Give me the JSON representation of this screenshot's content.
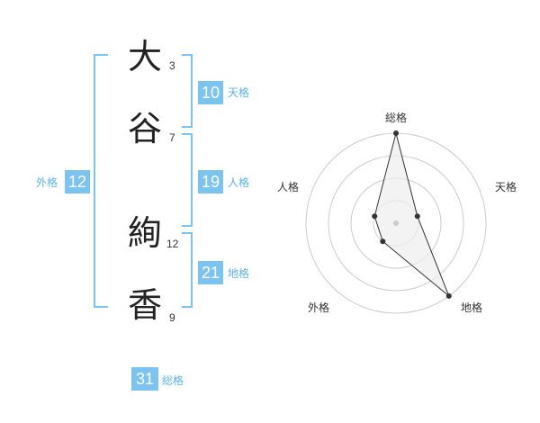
{
  "name": {
    "characters": [
      {
        "char": "大",
        "strokes": "3"
      },
      {
        "char": "谷",
        "strokes": "7"
      },
      {
        "char": "絢",
        "strokes": "12"
      },
      {
        "char": "香",
        "strokes": "9"
      }
    ]
  },
  "kakusu": {
    "ten": {
      "value": "10",
      "label": "天格"
    },
    "jin": {
      "value": "19",
      "label": "人格"
    },
    "chi": {
      "value": "21",
      "label": "地格"
    },
    "gai": {
      "value": "12",
      "label": "外格"
    },
    "sou": {
      "value": "31",
      "label": "総格"
    }
  },
  "radar": {
    "labels": {
      "sou": "総格",
      "ten": "天格",
      "chi": "地格",
      "gai": "外格",
      "jin": "人格"
    },
    "levels": 4,
    "scores": {
      "sou": 4,
      "ten": 1,
      "chi": 4,
      "gai": 1,
      "jin": 1
    },
    "colors": {
      "grid": "#cccccc",
      "fill": "#eeeeee",
      "line": "#333333",
      "point": "#333333",
      "center": "#cccccc"
    }
  }
}
